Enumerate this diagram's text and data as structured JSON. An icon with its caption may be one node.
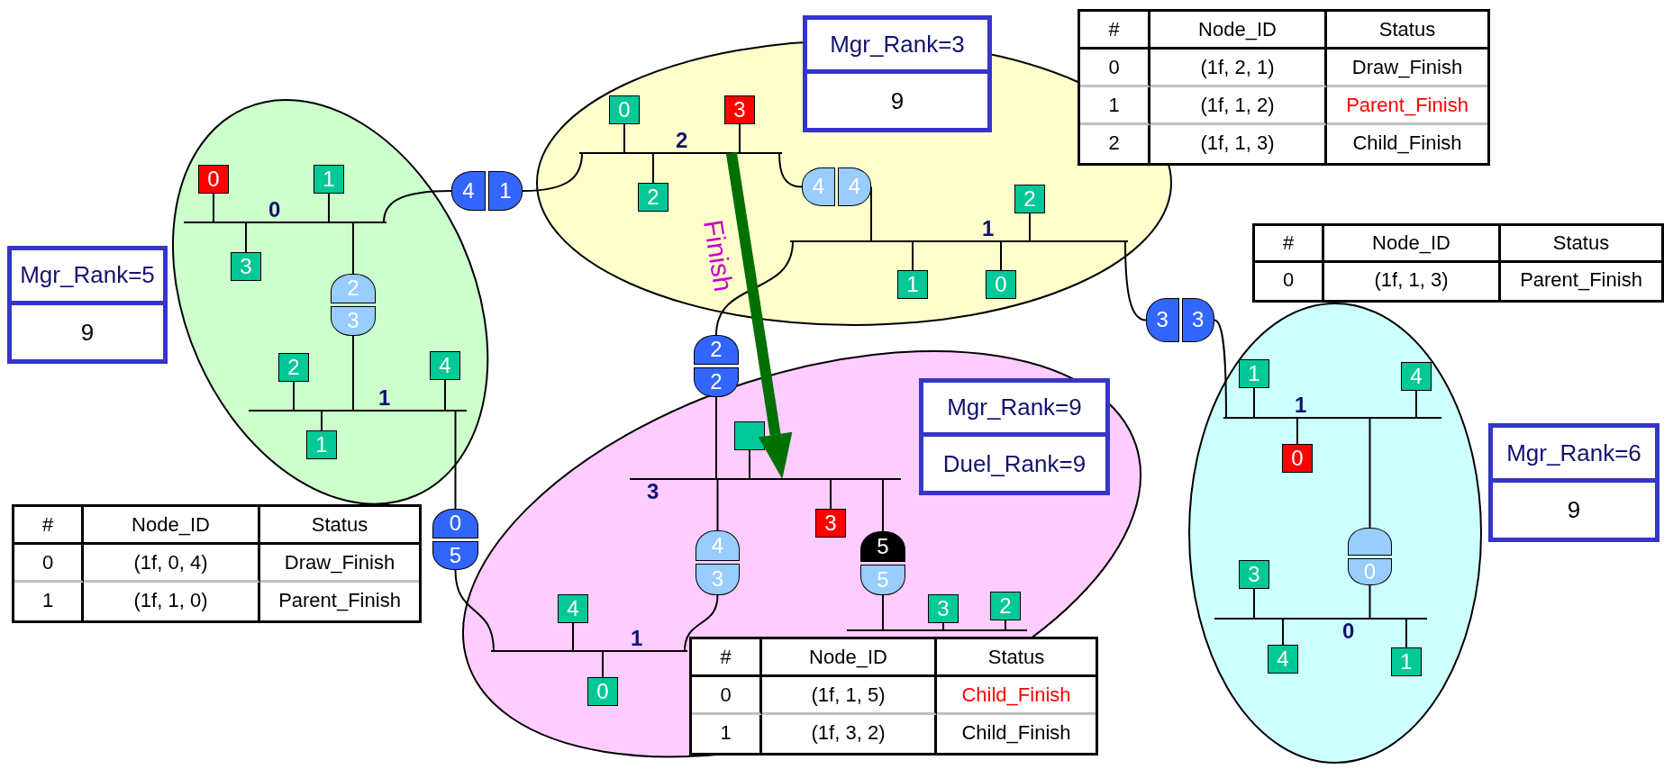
{
  "diagram": {
    "nodes": [
      {
        "text": [],
        "shape": "ellipse"
      },
      {
        "text": [
          "0"
        ],
        "in": 0
      },
      {
        "text": [
          "0"
        ],
        "in": 0
      },
      {
        "text": [
          "1"
        ],
        "in": 0
      },
      {
        "text": [
          "3"
        ],
        "in": 0
      },
      {
        "text": [
          "2",
          "3"
        ],
        "in": 0
      },
      {
        "text": [
          "1"
        ],
        "in": 0
      },
      {
        "text": [
          "2"
        ],
        "in": 0
      },
      {
        "text": [
          "4"
        ],
        "in": 0
      },
      {
        "text": [
          "1"
        ],
        "in": 0
      },
      {
        "text": [
          "Mgr_Rank=5",
          "9"
        ]
      },
      {
        "text": [
          "4",
          "1"
        ]
      },
      {
        "text": [],
        "shape": "ellipse"
      },
      {
        "text": [
          "2"
        ],
        "in": 12
      },
      {
        "text": [
          "0"
        ],
        "in": 12
      },
      {
        "text": [
          "3"
        ],
        "in": 12
      },
      {
        "text": [
          "2"
        ],
        "in": 12
      },
      {
        "text": [
          "4",
          "4"
        ],
        "in": 12
      },
      {
        "text": [
          "1"
        ],
        "in": 12
      },
      {
        "text": [
          "2"
        ],
        "in": 12
      },
      {
        "text": [
          "1"
        ],
        "in": 12
      },
      {
        "text": [
          "0"
        ],
        "in": 12
      },
      {
        "text": [
          "Mgr_Rank=3",
          "9"
        ]
      },
      {
        "text": [
          "2",
          "2"
        ]
      },
      {
        "text": [
          "3",
          "3"
        ]
      },
      {
        "text": [
          "0",
          "5"
        ]
      },
      {
        "text": [],
        "shape": "ellipse"
      },
      {
        "text": [
          "3"
        ],
        "in": 26
      },
      {
        "text": [],
        "shape": "box",
        "in": 26
      },
      {
        "text": [
          "3"
        ],
        "in": 26
      },
      {
        "text": [
          "4",
          "3"
        ],
        "in": 26
      },
      {
        "text": [
          "1"
        ],
        "in": 26
      },
      {
        "text": [
          "4"
        ],
        "in": 26
      },
      {
        "text": [
          "0"
        ],
        "in": 26
      },
      {
        "text": [
          "5",
          "5"
        ],
        "in": 26
      },
      {
        "text": [],
        "shape": "bar",
        "in": 26
      },
      {
        "text": [
          "3"
        ],
        "in": 26
      },
      {
        "text": [
          "2"
        ],
        "in": 26
      },
      {
        "text": [
          "Mgr_Rank=9",
          "Duel_Rank=9"
        ],
        "in": 26
      },
      {
        "text": [],
        "shape": "ellipse"
      },
      {
        "text": [
          "1"
        ],
        "in": 39
      },
      {
        "text": [
          "1"
        ],
        "in": 39
      },
      {
        "text": [
          "4"
        ],
        "in": 39
      },
      {
        "text": [
          "0"
        ],
        "in": 39
      },
      {
        "text": [
          "0"
        ],
        "in": 39
      },
      {
        "text": [
          "0"
        ],
        "in": 39
      },
      {
        "text": [
          "3"
        ],
        "in": 39
      },
      {
        "text": [
          "4"
        ],
        "in": 39
      },
      {
        "text": [
          "1"
        ],
        "in": 39
      },
      {
        "text": [
          "Mgr_Rank=6",
          "9"
        ]
      }
    ],
    "edges": [
      {
        "from": 1,
        "to": 2,
        "arrow": "none"
      },
      {
        "from": 1,
        "to": 3,
        "arrow": "none"
      },
      {
        "from": 1,
        "to": 4,
        "arrow": "none"
      },
      {
        "from": 1,
        "to": 5,
        "arrow": "none"
      },
      {
        "from": 5,
        "to": 6,
        "arrow": "none"
      },
      {
        "from": 6,
        "to": 7,
        "arrow": "none"
      },
      {
        "from": 6,
        "to": 8,
        "arrow": "none"
      },
      {
        "from": 6,
        "to": 9,
        "arrow": "none"
      },
      {
        "from": 1,
        "to": 11,
        "arrow": "none"
      },
      {
        "from": 11,
        "to": 13,
        "arrow": "none"
      },
      {
        "from": 6,
        "to": 25,
        "arrow": "none"
      },
      {
        "from": 25,
        "to": 31,
        "arrow": "none"
      },
      {
        "from": 13,
        "to": 14,
        "arrow": "none"
      },
      {
        "from": 13,
        "to": 15,
        "arrow": "none"
      },
      {
        "from": 13,
        "to": 16,
        "arrow": "none"
      },
      {
        "from": 13,
        "to": 17,
        "arrow": "none"
      },
      {
        "from": 17,
        "to": 18,
        "arrow": "none"
      },
      {
        "from": 18,
        "to": 19,
        "arrow": "none"
      },
      {
        "from": 18,
        "to": 20,
        "arrow": "none"
      },
      {
        "from": 18,
        "to": 21,
        "arrow": "none"
      },
      {
        "from": 18,
        "to": 23,
        "arrow": "none"
      },
      {
        "from": 23,
        "to": 27,
        "arrow": "none"
      },
      {
        "from": 18,
        "to": 24,
        "arrow": "none"
      },
      {
        "from": 24,
        "to": 40,
        "arrow": "none"
      },
      {
        "from": 13,
        "to": 27,
        "arrow": "to",
        "label": "Finish",
        "style": "thick",
        "color": "#007000"
      },
      {
        "from": 27,
        "to": 28,
        "arrow": "none"
      },
      {
        "from": 27,
        "to": 29,
        "arrow": "none"
      },
      {
        "from": 27,
        "to": 30,
        "arrow": "none"
      },
      {
        "from": 30,
        "to": 31,
        "arrow": "none"
      },
      {
        "from": 31,
        "to": 32,
        "arrow": "none"
      },
      {
        "from": 31,
        "to": 33,
        "arrow": "none"
      },
      {
        "from": 27,
        "to": 34,
        "arrow": "none"
      },
      {
        "from": 34,
        "to": 35,
        "arrow": "none"
      },
      {
        "from": 35,
        "to": 36,
        "arrow": "none"
      },
      {
        "from": 35,
        "to": 37,
        "arrow": "none"
      },
      {
        "from": 40,
        "to": 41,
        "arrow": "none"
      },
      {
        "from": 40,
        "to": 42,
        "arrow": "none"
      },
      {
        "from": 40,
        "to": 43,
        "arrow": "none"
      },
      {
        "from": 40,
        "to": 44,
        "arrow": "none"
      },
      {
        "from": 44,
        "to": 45,
        "arrow": "none"
      },
      {
        "from": 45,
        "to": 46,
        "arrow": "none"
      },
      {
        "from": 45,
        "to": 47,
        "arrow": "none"
      },
      {
        "from": 45,
        "to": 48,
        "arrow": "none"
      }
    ],
    "labels": [
      "#",
      "Node_ID",
      "Status",
      "0",
      "(1f, 2, 1)",
      "Draw_Finish",
      "1",
      "(1f, 1, 2)",
      "Parent_Finish",
      "2",
      "(1f, 1, 3)",
      "Child_Finish",
      "#",
      "Node_ID",
      "Status",
      "0",
      "(1f, 1, 3)",
      "Parent_Finish",
      "#",
      "Node_ID",
      "Status",
      "0",
      "(1f, 0, 4)",
      "Draw_Finish",
      "1",
      "(1f, 1, 0)",
      "Parent_Finish",
      "#",
      "Node_ID",
      "Status",
      "0",
      "(1f, 1, 5)",
      "Child_Finish",
      "1",
      "(1f, 3, 2)",
      "Child_Finish"
    ]
  }
}
